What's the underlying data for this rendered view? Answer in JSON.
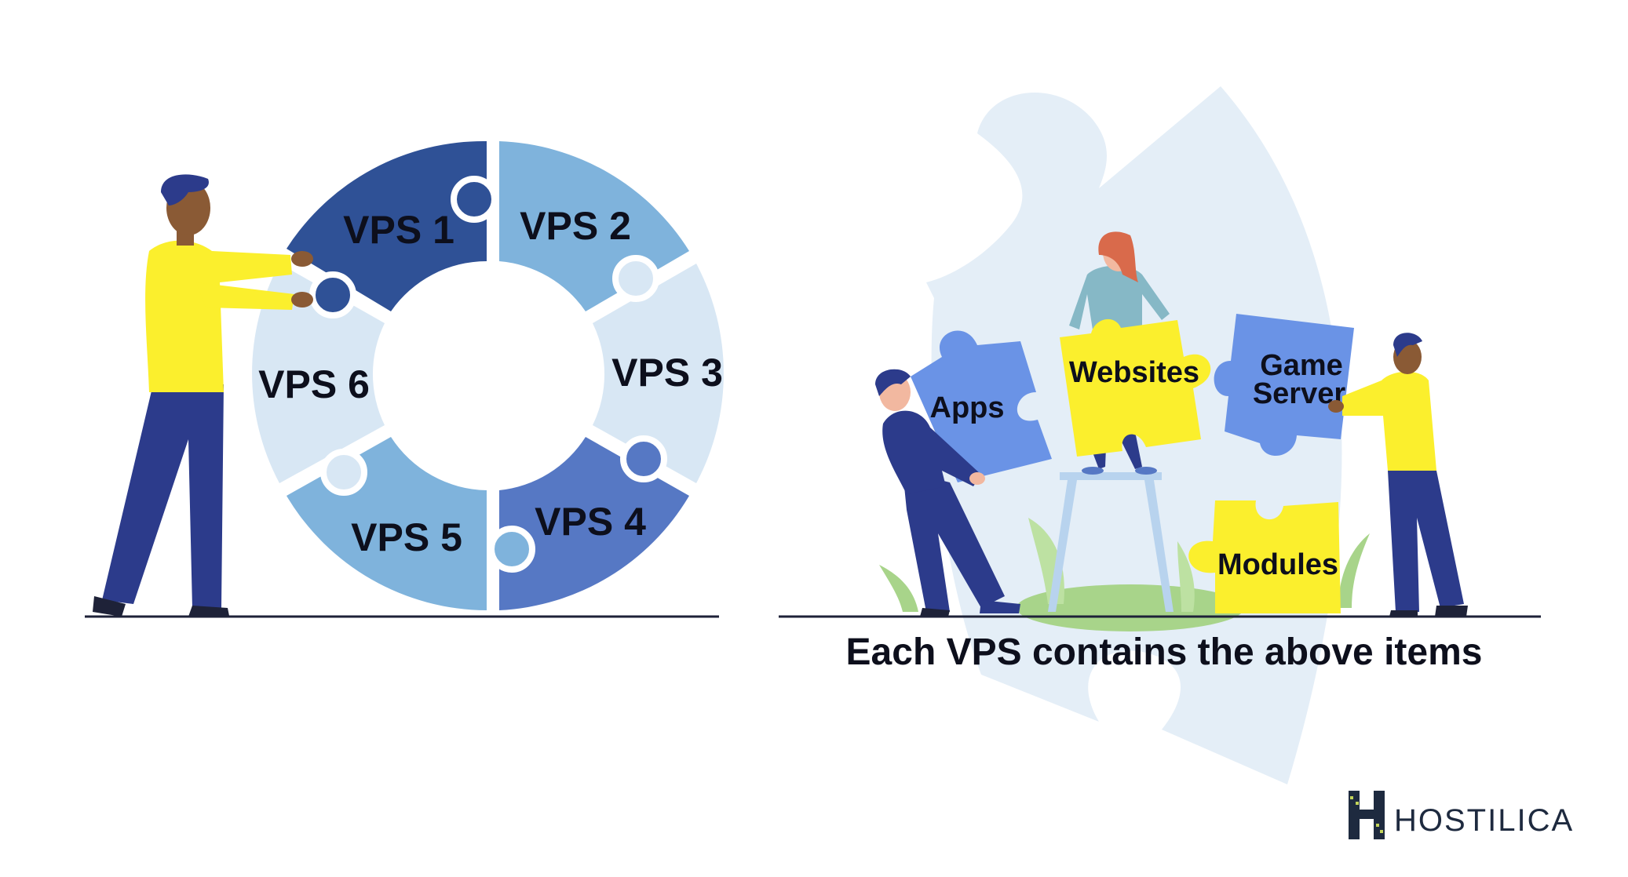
{
  "vps_ring": {
    "segments": [
      {
        "label": "VPS 1",
        "color": "#2f5196"
      },
      {
        "label": "VPS 2",
        "color": "#7fb3dc"
      },
      {
        "label": "VPS 3",
        "color": "#d8e7f4"
      },
      {
        "label": "VPS 4",
        "color": "#5678c4"
      },
      {
        "label": "VPS 5",
        "color": "#7fb3dc"
      },
      {
        "label": "VPS 6",
        "color": "#d8e7f4"
      }
    ]
  },
  "items": {
    "apps": "Apps",
    "websites": "Websites",
    "game_server_line1": "Game",
    "game_server_line2": "Server",
    "modules": "Modules"
  },
  "caption": "Each VPS contains the above items",
  "brand": {
    "name": "HOSTILICA"
  },
  "colors": {
    "yellow": "#fbef2d",
    "blue_piece": "#6a93e6",
    "navy": "#2c3b8b",
    "skin": "#8a5a35",
    "ground": "#1e2238",
    "bg_puzzle": "#e4eef7"
  }
}
